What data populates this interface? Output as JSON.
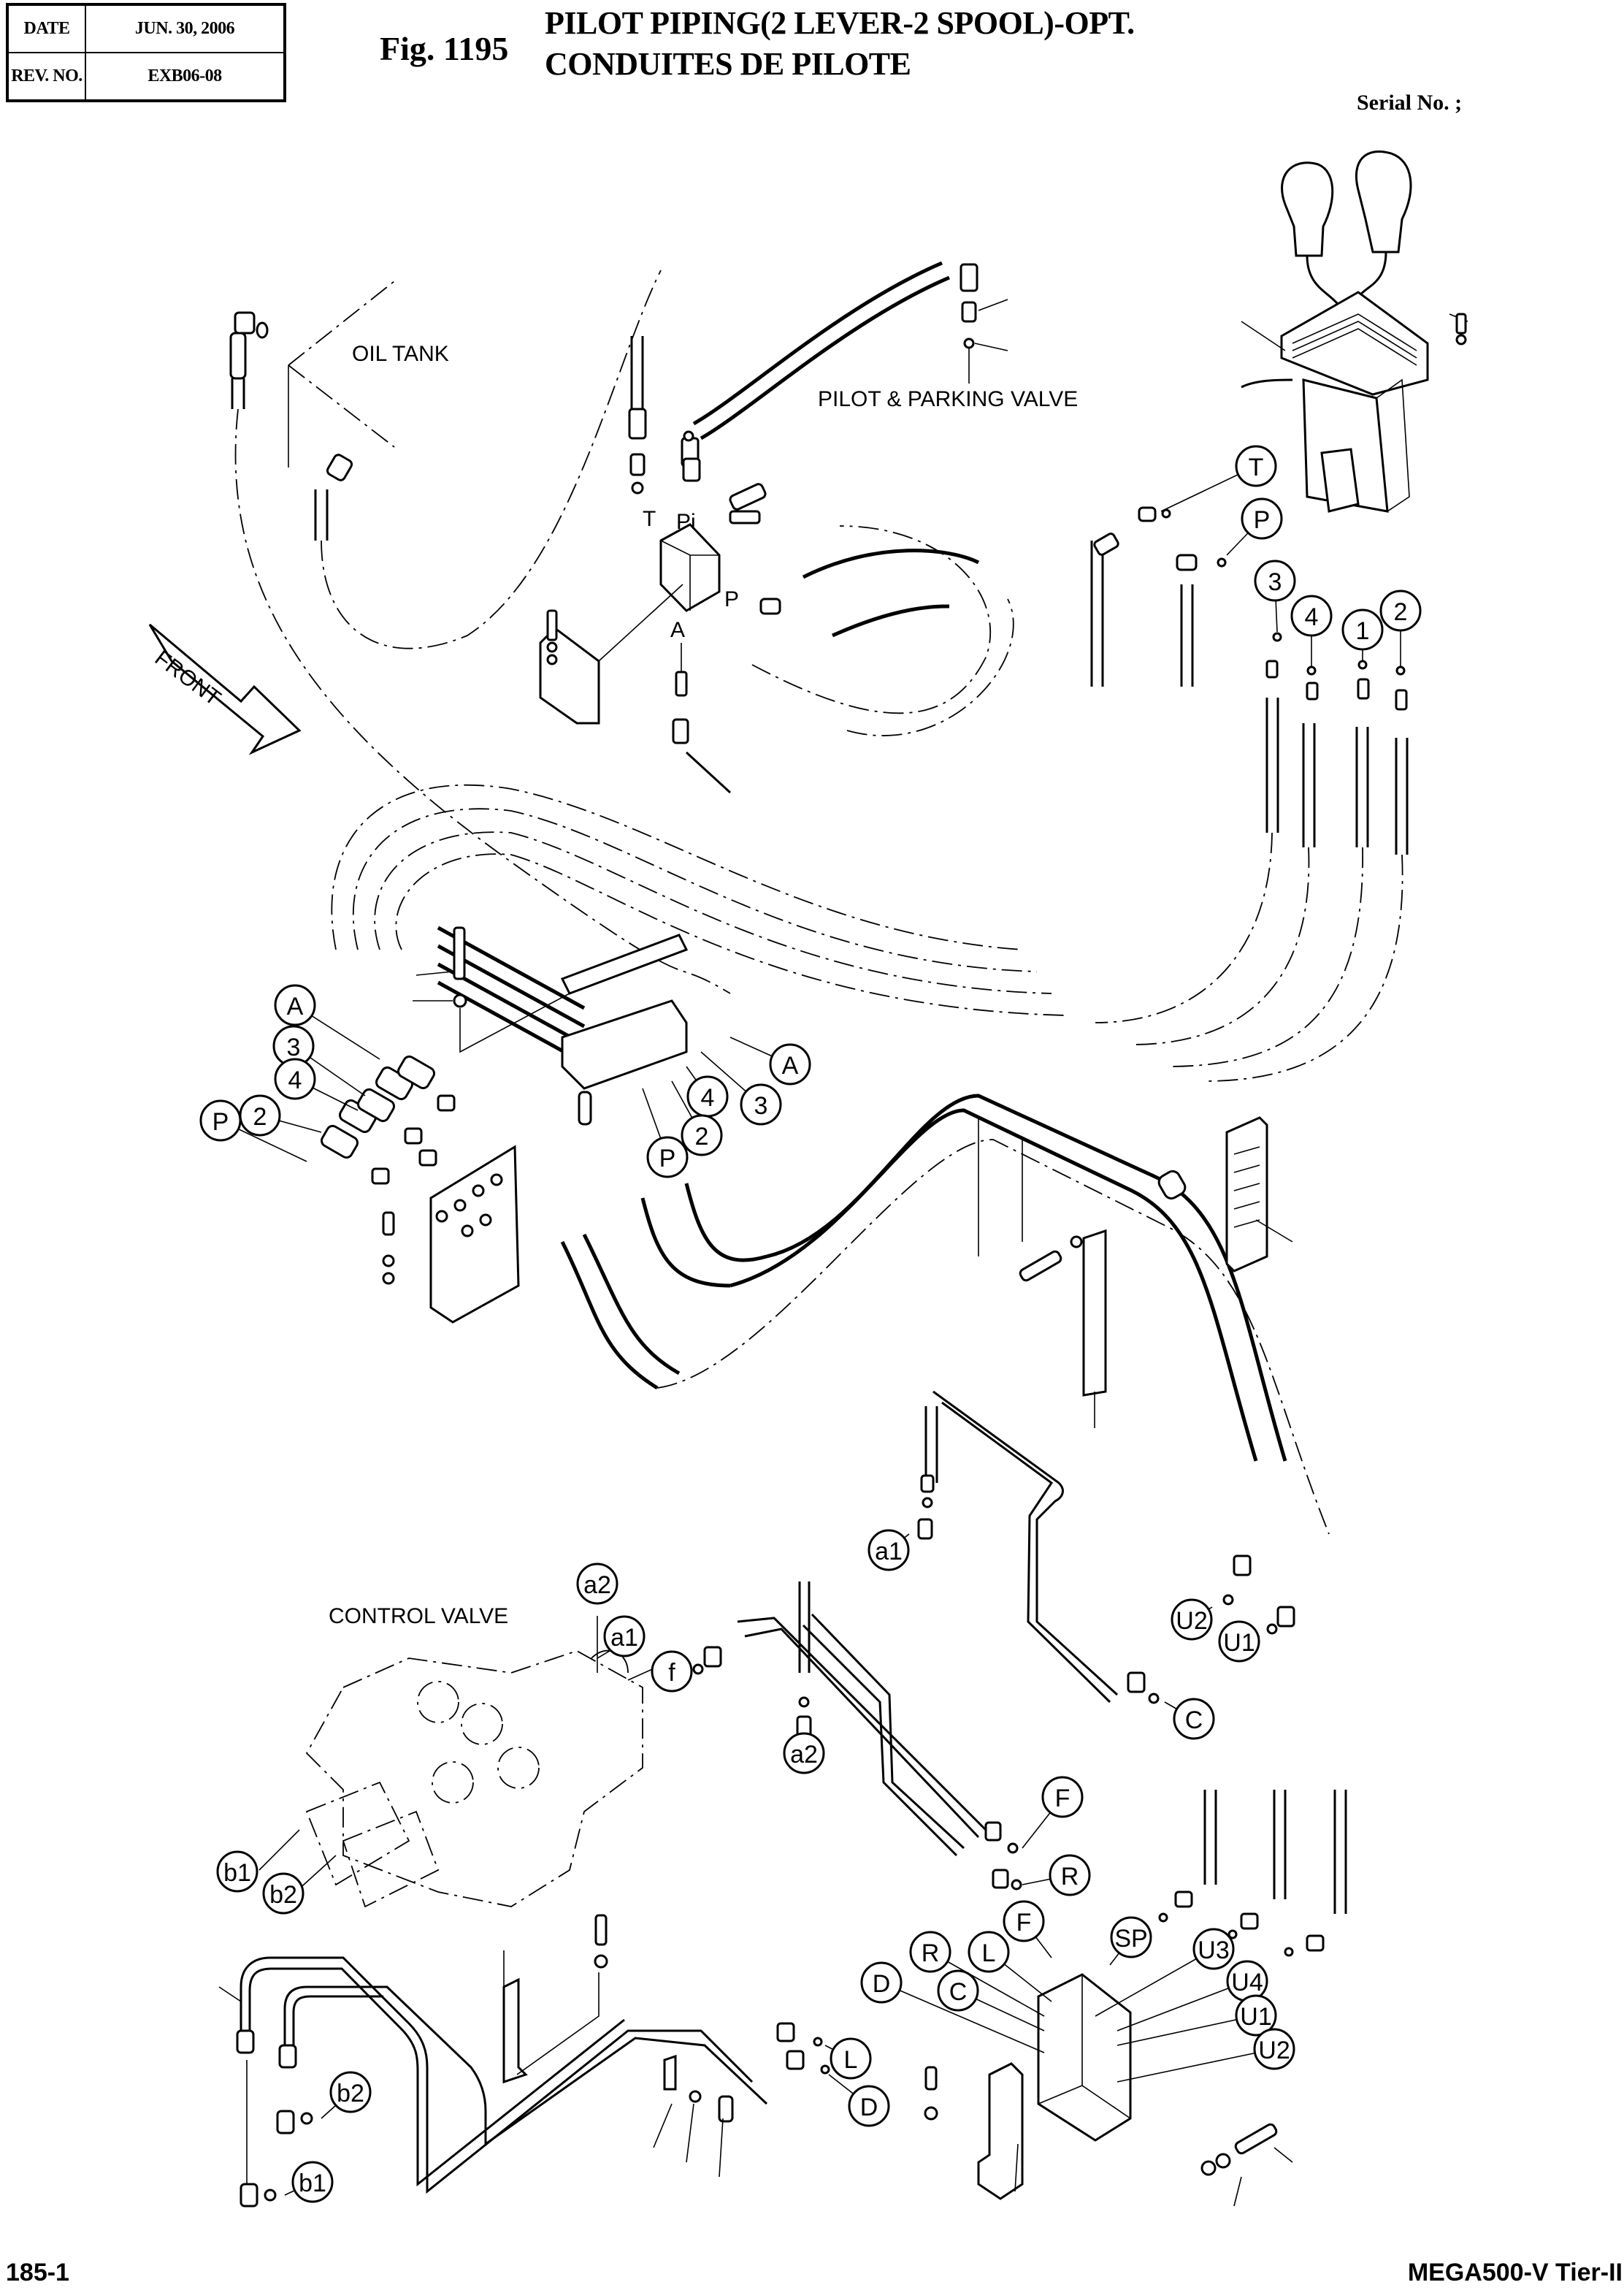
{
  "header": {
    "date_label": "DATE",
    "date_value": "JUN. 30, 2006",
    "rev_label": "REV. NO.",
    "rev_value": "EXB06-08",
    "figure_number": "Fig. 1195",
    "title_en": "PILOT PIPING(2 LEVER-2 SPOOL)-OPT.",
    "title_fr": "CONDUITES DE PILOTE",
    "serial_label": "Serial No. ;"
  },
  "footer": {
    "page_number": "185-1",
    "model": "MEGA500-V Tier-II"
  },
  "diagram": {
    "section_labels": {
      "oil_tank": "OIL TANK",
      "pilot_parking_valve": "PILOT & PARKING VALVE",
      "control_valve": "CONTROL VALVE",
      "front_arrow": "FRONT"
    },
    "port_labels": {
      "t": "T",
      "pi": "Pi",
      "p": "P",
      "a": "A"
    },
    "callouts": {
      "pilot_T": "T",
      "pilot_P": "P",
      "pilot_3": "3",
      "pilot_4": "4",
      "pilot_1": "1",
      "pilot_2": "2",
      "left_A": "A",
      "left_3": "3",
      "left_4": "4",
      "left_2": "2",
      "left_P": "P",
      "block_A": "A",
      "block_3": "3",
      "block_4": "4",
      "block_2": "2",
      "block_P": "P",
      "a1_top": "a1",
      "U2_top": "U2",
      "U1_top": "U1",
      "C_top": "C",
      "cv_a2": "a2",
      "cv_a1": "a1",
      "cv_f": "f",
      "a2_lower": "a2",
      "F_mid": "F",
      "R_mid": "R",
      "b1_cv": "b1",
      "b2_cv": "b2",
      "manifold_F": "F",
      "manifold_SP": "SP",
      "manifold_R": "R",
      "manifold_L": "L",
      "manifold_D": "D",
      "manifold_C": "C",
      "manifold_U3": "U3",
      "manifold_U4": "U4",
      "manifold_U1": "U1",
      "manifold_U2": "U2",
      "lower_b2": "b2",
      "lower_b1": "b1",
      "lower_L": "L",
      "lower_D": "D"
    }
  }
}
